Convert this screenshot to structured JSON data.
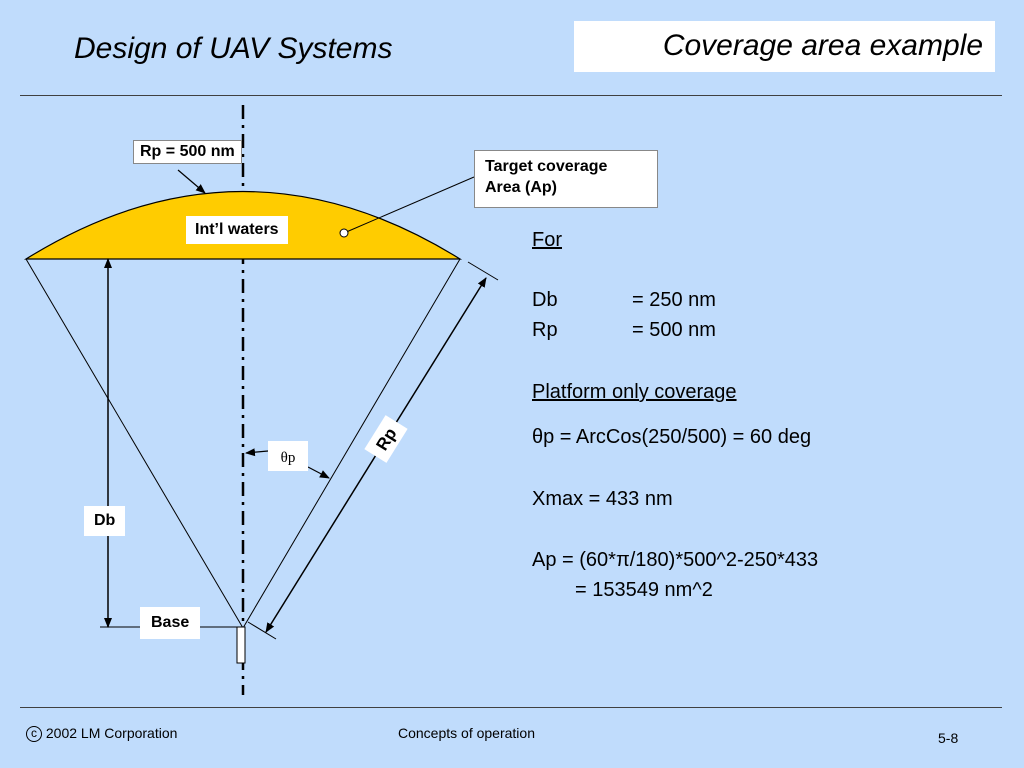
{
  "header": {
    "title": "Design of UAV Systems",
    "topic": "Coverage area example"
  },
  "diagram": {
    "labels": {
      "rp_top": "Rp = 500 nm",
      "target_area": [
        "Target coverage",
        "Area (Ap)"
      ],
      "intl_waters": "Int’l waters",
      "rp_side": "Rp",
      "theta": "θp",
      "db": "Db",
      "base": "Base"
    },
    "colors": {
      "coverage_fill": "#ffcc00",
      "background": "#c0dcfc"
    }
  },
  "calc": {
    "for_heading": "For",
    "db_name": "Db",
    "db_value": "= 250 nm",
    "rp_name": "Rp",
    "rp_value": "= 500 nm",
    "platform_heading": "Platform only coverage",
    "theta_line": "θp = ArcCos(250/500) = 60 deg",
    "xmax_line": "Xmax = 433 nm",
    "ap_line1": "Ap = (60*π/180)*500^2-250*433",
    "ap_line2": "= 153549 nm^2"
  },
  "footer": {
    "copyright": "2002 LM Corporation",
    "copyright_symbol": "c",
    "center": "Concepts of operation",
    "page": "5-8"
  }
}
